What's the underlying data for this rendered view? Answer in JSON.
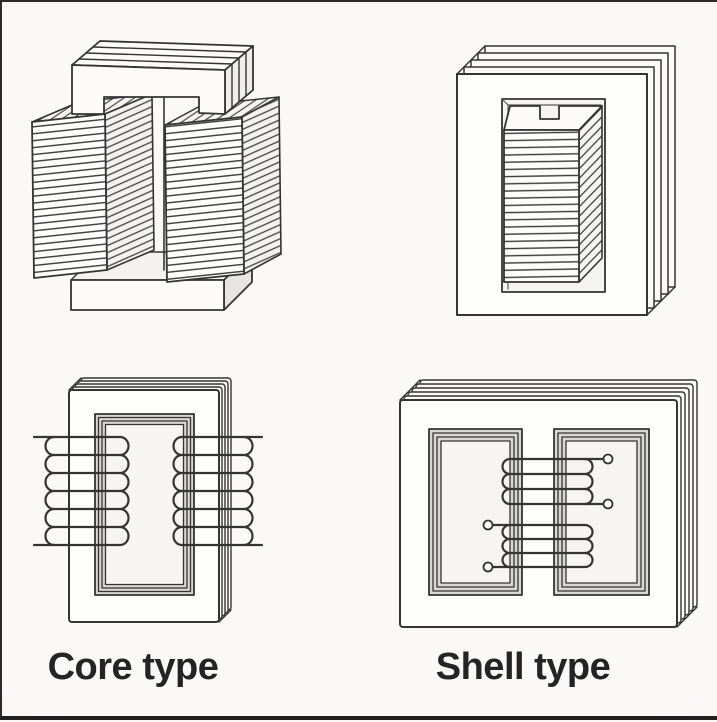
{
  "page": {
    "background": "#f7f6f4",
    "frame_color": "#2b2b2b",
    "ink_color": "#343434",
    "lamination_shade": "#d8d7d4"
  },
  "labels": {
    "core": "Core type",
    "shell": "Shell type"
  },
  "panels": [
    {
      "id": "core-type-lamination-stack"
    },
    {
      "id": "shell-type-lamination-stack"
    },
    {
      "id": "core-type-winding"
    },
    {
      "id": "shell-type-winding"
    }
  ]
}
